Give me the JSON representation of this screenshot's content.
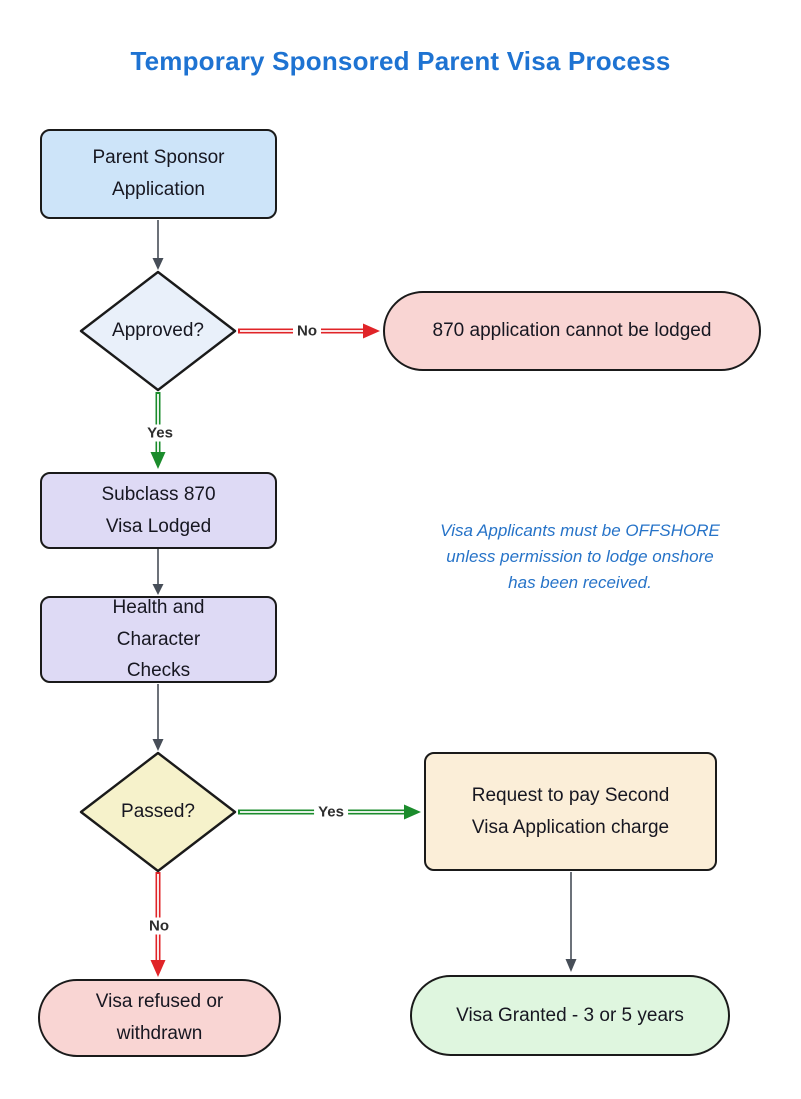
{
  "title": {
    "text": "Temporary Sponsored Parent Visa Process",
    "color": "#1e73d2"
  },
  "note": {
    "color": "#2673c8",
    "lines": [
      "Visa Applicants must be OFFSHORE",
      "unless permission to lodge onshore",
      "has been received."
    ]
  },
  "nodes": {
    "parent_sponsor": {
      "label": "Parent Sponsor Application",
      "fill": "#cde4f9",
      "shape": "rect"
    },
    "approved": {
      "label": "Approved?",
      "fill": "#e9f0fa",
      "shape": "diamond"
    },
    "cannot_lodge": {
      "label": "870 application cannot be lodged",
      "fill": "#f9d5d3",
      "shape": "pill"
    },
    "subclass_870": {
      "label": "Subclass 870 Visa Lodged",
      "fill": "#dedaf5",
      "shape": "rect"
    },
    "health_checks": {
      "label": "Health and Character Checks",
      "fill": "#dedaf5",
      "shape": "rect"
    },
    "passed": {
      "label": "Passed?",
      "fill": "#f6f2cb",
      "shape": "diamond"
    },
    "request_pay": {
      "label": "Request to pay Second Visa Application charge",
      "fill": "#fbeed8",
      "shape": "rect"
    },
    "visa_refused": {
      "label": "Visa refused or withdrawn",
      "fill": "#f9d5d3",
      "shape": "pill"
    },
    "visa_granted": {
      "label": "Visa Granted - 3 or 5 years",
      "fill": "#dff6df",
      "shape": "pill"
    }
  },
  "edges": {
    "plain_color": "#474e58",
    "red": "#e02428",
    "green": "#1b8c2c",
    "approved_no_label": "No",
    "approved_yes_label": "Yes",
    "passed_yes_label": "Yes",
    "passed_no_label": "No"
  }
}
